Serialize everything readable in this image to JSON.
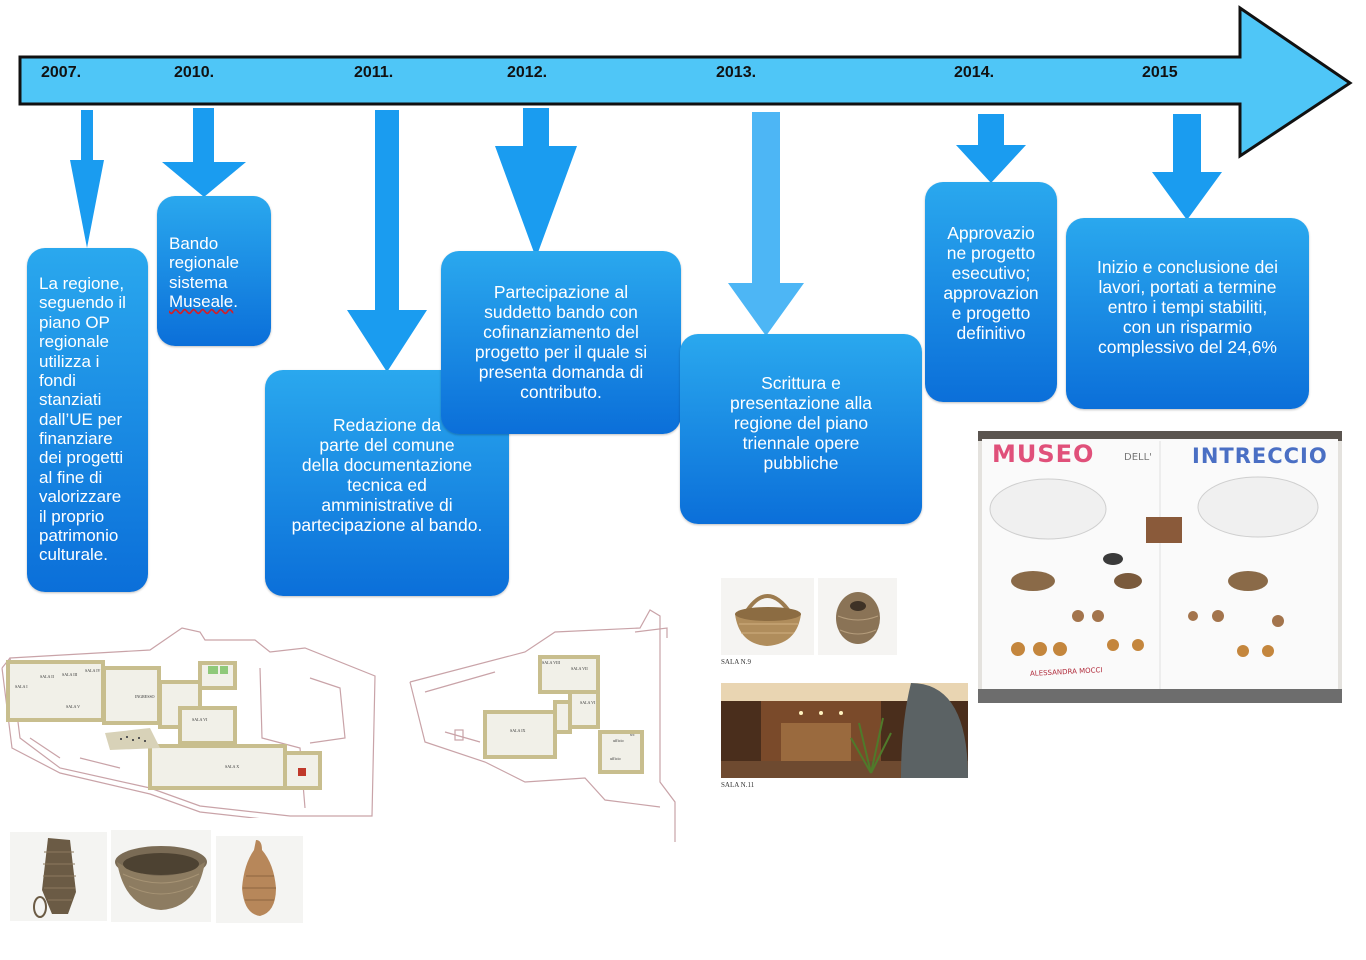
{
  "timeline": {
    "years": [
      "2007.",
      "2010.",
      "2011.",
      "2012.",
      "2013.",
      "2014.",
      "2015"
    ],
    "arrow_color": "#4fc6f7",
    "box_color_top": "#2aa8ee",
    "box_color_bottom": "#0b6fd9"
  },
  "events": [
    {
      "year": "2007.",
      "text": "La regione,\nseguendo il\npiano OP\nregionale\nutilizza i\nfondi\nstanziati\ndall’UE per\nfinanziare\ndei progetti\nal fine di\nvalorizzare\nil proprio\npatrimonio\nculturale."
    },
    {
      "year": "2010.",
      "line1": "Bando\nregionale\nsistema\n",
      "underlined": "Museale",
      "line2": "."
    },
    {
      "year": "2011.",
      "text": "Redazione da\nparte del comune\n della documentazione\ntecnica ed\namministrative di\npartecipazione al bando."
    },
    {
      "year": "2012.",
      "text": "Partecipazione al\nsuddetto bando con\ncofinanziamento del\nprogetto per il quale si\npresenta domanda di\ncontributo."
    },
    {
      "year": "2013.",
      "text": "Scrittura e\npresentazione alla\nregione del piano\ntriennale  opere\npubbliche"
    },
    {
      "year": "2014.",
      "text": "Approvazio\nne progetto\nesecutivo;\napprovazion\ne progetto\ndefinitivo"
    },
    {
      "year": "2015",
      "text": "Inizio e conclusione  dei\nlavori, portati a termine\nentro i tempi stabiliti,\ncon un risparmio\ncomplessivo del 24,6%"
    }
  ],
  "captions": {
    "sala9": "SALA N.9",
    "sala11": "SALA N.11"
  },
  "plan_labels": [
    "SALA II",
    "SALA III",
    "SALA I",
    "SALA IV",
    "SALA V",
    "INGRESSO",
    "SALA X",
    "SALA VI",
    "SALA VIII",
    "SALA VII",
    "SALA VI",
    "SALA IX",
    "ufficio",
    "ufficio",
    "wc"
  ],
  "poster": {
    "word1": "MUSEO",
    "word2": "DELL'",
    "word3": "INTRECCIO",
    "signature": "ALESSANDRA MOCCI"
  },
  "icons": [
    "down-arrow-icon",
    "timeline-arrow-icon",
    "basket-photo",
    "floor-plan-drawing"
  ]
}
